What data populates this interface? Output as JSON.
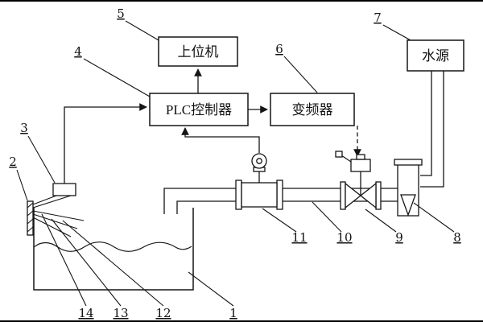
{
  "colors": {
    "line": "#151515",
    "background": "#ffffff"
  },
  "boxes": {
    "host": "上位机",
    "plc": "PLC控制器",
    "inverter": "变频器",
    "water_source": "水源"
  },
  "refs": {
    "n1": "1",
    "n2": "2",
    "n3": "3",
    "n4": "4",
    "n5": "5",
    "n6": "6",
    "n7": "7",
    "n8": "8",
    "n9": "9",
    "n10": "10",
    "n11": "11",
    "n12": "12",
    "n13": "13",
    "n14": "14"
  }
}
